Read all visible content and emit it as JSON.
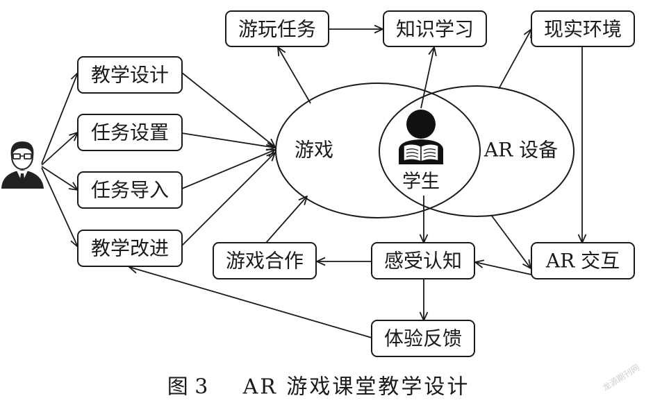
{
  "nodes": {
    "teaching_design": "教学设计",
    "task_setting": "任务设置",
    "task_import": "任务导入",
    "teaching_improvement": "教学改进",
    "play_task": "游玩任务",
    "knowledge_learning": "知识学习",
    "real_environment": "现实环境",
    "game": "游戏",
    "ar_device": "AR 设备",
    "student": "学生",
    "game_cooperation": "游戏合作",
    "perception_cognition": "感受认知",
    "ar_interaction": "AR 交互",
    "experience_feedback": "体验反馈"
  },
  "icons": {
    "teacher": "teacher-icon",
    "student": "student-reading-icon"
  },
  "caption": {
    "figure_number": "图 3",
    "title": "AR 游戏课堂教学设计"
  },
  "watermark": "龙源期刊网"
}
